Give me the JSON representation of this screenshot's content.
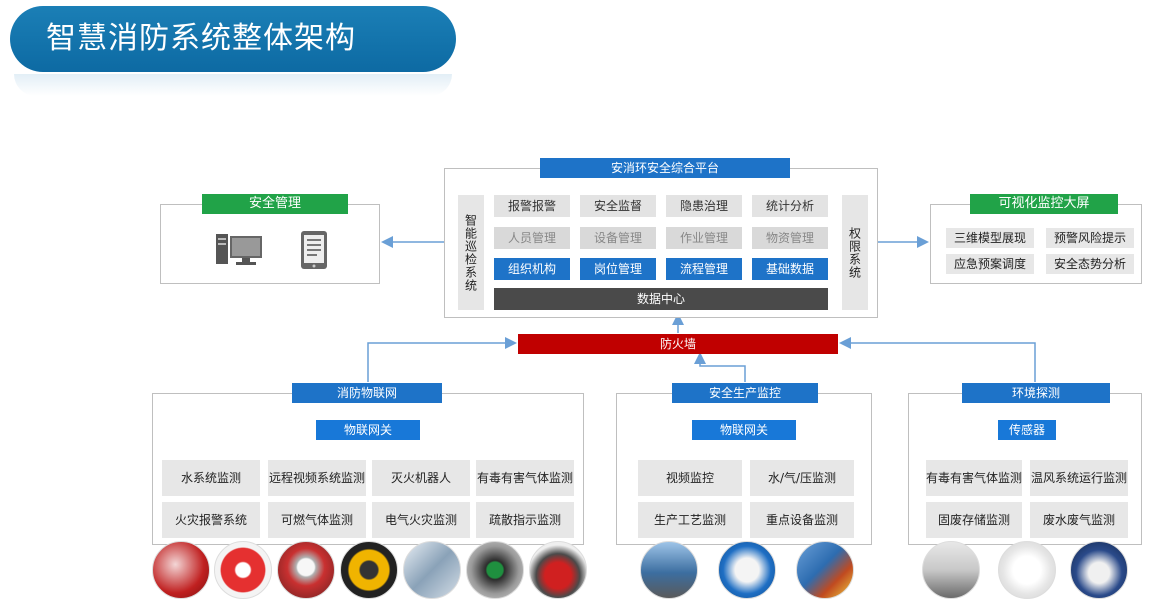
{
  "title": "智慧消防系统整体架构",
  "platform": {
    "title": "安消环安全综合平台",
    "row1": [
      "报警报警",
      "安全监督",
      "隐患治理",
      "统计分析"
    ],
    "row2": [
      "人员管理",
      "设备管理",
      "作业管理",
      "物资管理"
    ],
    "row3": [
      "组织机构",
      "岗位管理",
      "流程管理",
      "基础数据"
    ],
    "data_center": "数据中心",
    "left_side": "智能巡检系统",
    "right_side": "权限系统"
  },
  "safety_mgmt": {
    "title": "安全管理",
    "icons": [
      "computer-icon",
      "tablet-icon"
    ]
  },
  "big_screen": {
    "title": "可视化监控大屏",
    "items": [
      "三维模型展现",
      "预警风险提示",
      "应急预案调度",
      "安全态势分析"
    ]
  },
  "firewall": "防火墙",
  "groups": [
    {
      "title": "消防物联网",
      "gateway": "物联网关",
      "cells": [
        "水系统监测",
        "远程视频系统监测",
        "灭火机器人",
        "有毒有害气体监测",
        "火灾报警系统",
        "可燃气体监测",
        "电气火灾监测",
        "疏散指示监测"
      ],
      "photos": [
        "fire-pump-photo",
        "alarm-button-photo",
        "pressure-gauge-photo",
        "gas-detector-photo",
        "control-cabinet-photo",
        "exit-sign-photo",
        "fire-robot-photo"
      ]
    },
    {
      "title": "安全生产监控",
      "gateway": "物联网关",
      "cells": [
        "视频监控",
        "水/气/压监测",
        "生产工艺监测",
        "重点设备监测"
      ],
      "photos": [
        "plant-photo",
        "camera-photo",
        "pipeline-photo"
      ]
    },
    {
      "title": "环境探测",
      "gateway": "传感器",
      "cells": [
        "有毒有害气体监测",
        "温风系统运行监测",
        "固废存储监测",
        "废水废气监测"
      ],
      "photos": [
        "sensor-station-photo",
        "air-monitor-photo",
        "radar-photo"
      ]
    }
  ],
  "colors": {
    "green": "#21a348",
    "blue": "#1e73c8",
    "red": "#c00000",
    "dark": "#4a4a4a",
    "title": "#0d6aa3"
  }
}
